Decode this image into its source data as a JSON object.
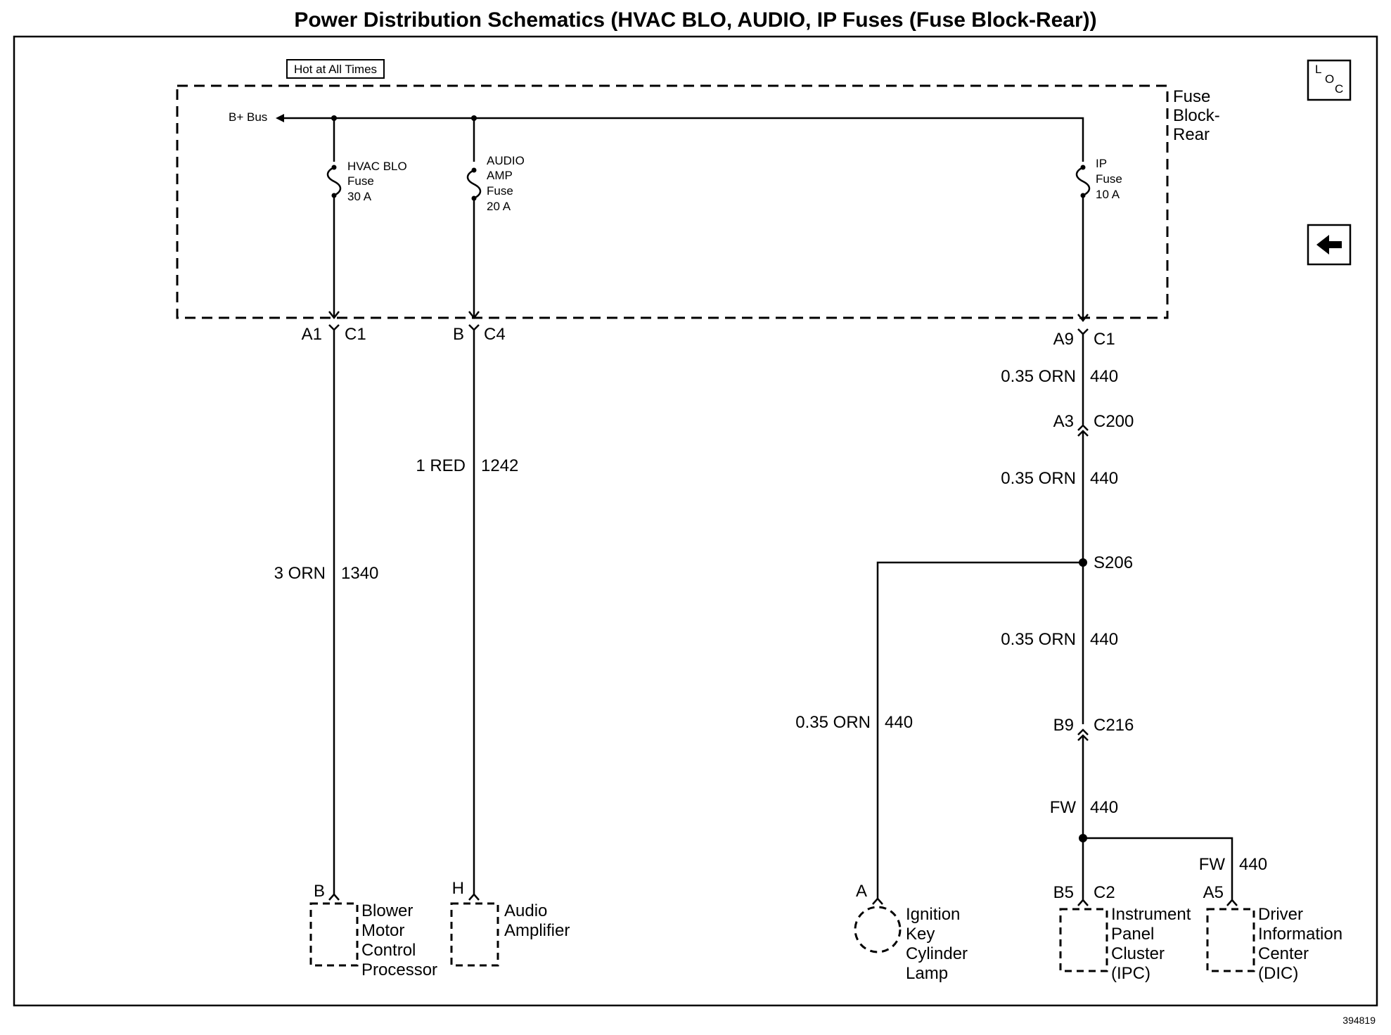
{
  "title": "Power Distribution Schematics (HVAC BLO, AUDIO, IP Fuses (Fuse Block-Rear))",
  "hot_at_all_times": "Hot at All Times",
  "b_bus": "B+ Bus",
  "fuse_block": [
    "Fuse",
    "Block-",
    "Rear"
  ],
  "fuses": {
    "hvac": [
      "HVAC BLO",
      "Fuse",
      "30 A"
    ],
    "audio": [
      "AUDIO",
      "AMP",
      "Fuse",
      "20 A"
    ],
    "ip": [
      "IP",
      "Fuse",
      "10 A"
    ]
  },
  "connectors": {
    "a1": "A1",
    "c1_left": "C1",
    "b": "B",
    "c4": "C4",
    "a9": "A9",
    "c1_right": "C1",
    "a3": "A3",
    "c200": "C200",
    "s206": "S206",
    "b9": "B9",
    "c216": "C216",
    "a_pin": "A",
    "b5": "B5",
    "c2": "C2",
    "a5": "A5",
    "b_pin": "B",
    "h_pin": "H"
  },
  "wires": {
    "hvac_color": "3 ORN",
    "hvac_circuit": "1340",
    "audio_color": "1 RED",
    "audio_circuit": "1242",
    "ip1_color": "0.35 ORN",
    "ip1_circuit": "440",
    "ip2_color": "0.35 ORN",
    "ip2_circuit": "440",
    "ip3_color": "0.35 ORN",
    "ip3_circuit": "440",
    "lamp_color": "0.35 ORN",
    "lamp_circuit": "440",
    "fw1_color": "FW",
    "fw1_circuit": "440",
    "fw2_color": "FW",
    "fw2_circuit": "440"
  },
  "components": {
    "blower": [
      "Blower",
      "Motor",
      "Control",
      "Processor"
    ],
    "audio_amp": [
      "Audio",
      "Amplifier"
    ],
    "ignition": [
      "Ignition",
      "Key",
      "Cylinder",
      "Lamp"
    ],
    "ipc": [
      "Instrument",
      "Panel",
      "Cluster",
      "(IPC)"
    ],
    "dic": [
      "Driver",
      "Information",
      "Center",
      "(DIC)"
    ]
  },
  "loc_icon": {
    "l": "L",
    "o": "O",
    "c": "C"
  },
  "icons": {
    "location": "component-locator-icon",
    "back": "back-arrow-icon"
  },
  "figure_number": "394819"
}
